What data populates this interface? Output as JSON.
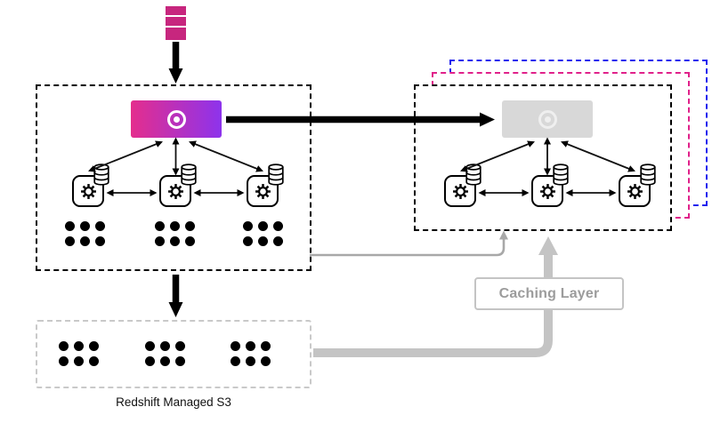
{
  "labels": {
    "caching_layer": "Caching Layer",
    "redshift_managed_s3": "Redshift Managed S3"
  },
  "colors": {
    "magenta": "#c7267e",
    "leader_gradient_start": "#e42e8d",
    "leader_gradient_end": "#8d33ec",
    "outline_black": "#000000",
    "outline_magenta": "#e0218a",
    "outline_blue": "#2222ee",
    "gray_outline": "#c9c9c9",
    "gray_arrow_thin": "#a8a8a8",
    "gray_arrow_thick": "#c4c4c4",
    "gray_leader_fill": "#d8d8d8",
    "caching_text": "#9c9c9c",
    "dot_black": "#000000"
  },
  "icons": {
    "source": "data-blocks-icon",
    "leader": "leader-node-target-icon",
    "compute": "gear-icon",
    "storage": "database-icon",
    "slices": "data-slice-dots"
  },
  "slices": {
    "groups_per_cluster": 3,
    "dots_per_group": 6
  }
}
